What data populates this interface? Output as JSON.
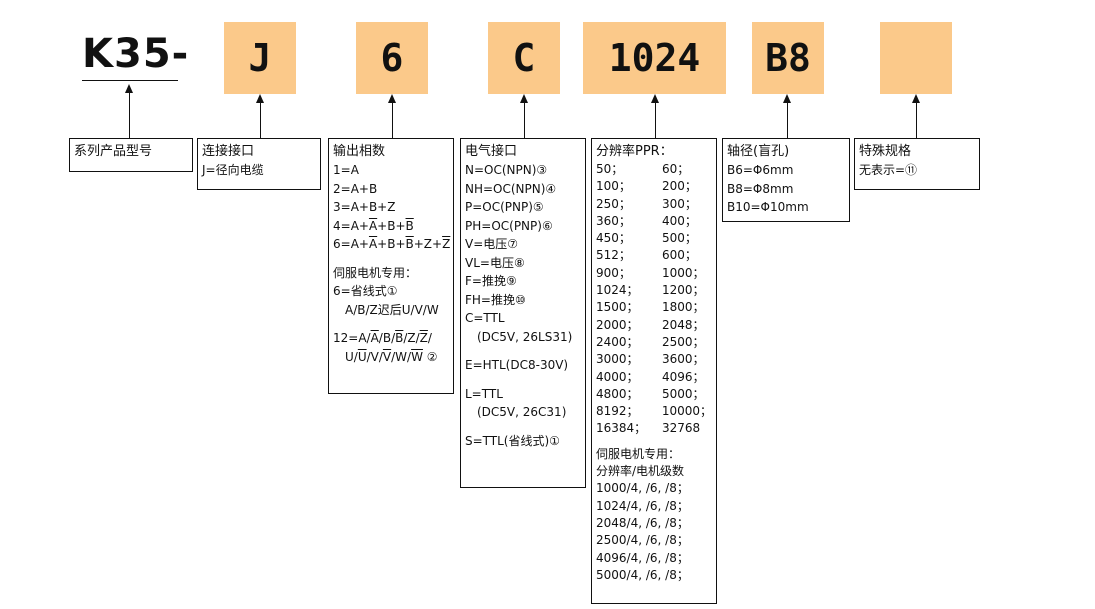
{
  "model": {
    "prefix": "K35-",
    "segments": [
      "J",
      "6",
      "C",
      "1024",
      "B8",
      ""
    ]
  },
  "boxes": {
    "series": {
      "title": "系列产品型号"
    },
    "connection": {
      "title": "连接接口",
      "lines": [
        "J=径向电缆"
      ]
    },
    "output": {
      "title": "输出相数",
      "phases": {
        "p1": "1=A",
        "p2": "2=A+B",
        "p3": "3=A+B+Z",
        "p4_pre": "4=A+",
        "p4_a": "A",
        "p4_mid": "+B+",
        "p4_b": "B",
        "p6_pre": "6=A+",
        "p6_a": "A",
        "p6_b1": "+B+",
        "p6_b": "B",
        "p6_z1": "+Z+",
        "p6_z": "Z"
      },
      "servo_title": "伺服电机专用：",
      "servo6": "6=省线式①",
      "servo6_detail": "A/B/Z迟后U/V/W",
      "servo12": {
        "a_pre": "12=A/",
        "a": "A",
        "b_pre": "/B/",
        "b": "B",
        "z_pre": "/Z/",
        "z": "Z",
        "end1": "/",
        "u_pre": "U/",
        "u": "U",
        "v_pre": "/V/",
        "v": "V",
        "w_pre": "/W/",
        "w": "W",
        "end2": " ②"
      }
    },
    "signal": {
      "title": "电气接口",
      "items": [
        "N=OC(NPN)③",
        "NH=OC(NPN)④",
        "P=OC(PNP)⑤",
        "PH=OC(PNP)⑥",
        "V=电压⑦",
        "VL=电压⑧",
        "F=推挽⑨",
        "FH=推挽⑩"
      ],
      "c": "C=TTL",
      "c_detail": "(DC5V, 26LS31)",
      "e": "E=HTL(DC8-30V)",
      "l": "L=TTL",
      "l_detail": "(DC5V, 26C31)",
      "s": "S=TTL(省线式)①"
    },
    "resolution": {
      "title": "分辨率PPR：",
      "rows": [
        [
          "50；",
          "60；"
        ],
        [
          "100；",
          "200；"
        ],
        [
          "250；",
          "300；"
        ],
        [
          "360；",
          "400；"
        ],
        [
          "450；",
          "500；"
        ],
        [
          "512；",
          "600；"
        ],
        [
          "900；",
          "1000；"
        ],
        [
          "1024；",
          "1200；"
        ],
        [
          "1500；",
          "1800；"
        ],
        [
          "2000；",
          "2048；"
        ],
        [
          "2400；",
          "2500；"
        ],
        [
          "3000；",
          "3600；"
        ],
        [
          "4000；",
          "4096；"
        ],
        [
          "4800；",
          "5000；"
        ],
        [
          "8192；",
          "10000；"
        ],
        [
          "16384；",
          "32768"
        ]
      ],
      "servo_title": "伺服电机专用：",
      "servo_sub": "分辨率/电机级数",
      "servo_rows": [
        "1000/4, /6, /8；",
        "1024/4, /6, /8；",
        "2048/4, /6, /8；",
        "2500/4, /6, /8；",
        "4096/4, /6, /8；",
        "5000/4, /6, /8；"
      ]
    },
    "shaft": {
      "title": "轴径(盲孔)",
      "lines": [
        "B6=Φ6mm",
        "B8=Φ8mm",
        "B10=Φ10mm"
      ]
    },
    "special": {
      "title": "特殊规格",
      "lines": [
        "无表示=⑪"
      ]
    }
  }
}
